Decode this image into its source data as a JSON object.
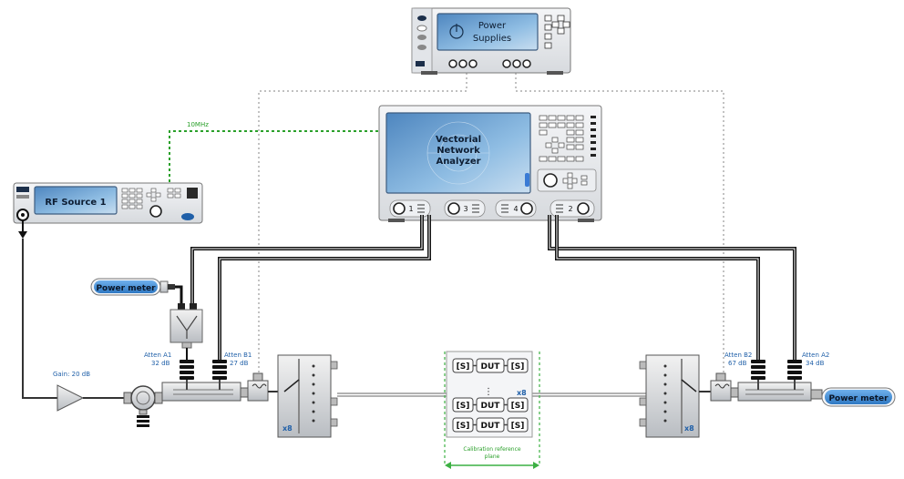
{
  "instruments": {
    "power_supplies": "Power Supplies",
    "vna_line1": "Vectorial",
    "vna_line2": "Network",
    "vna_line3": "Analyzer",
    "rf_source": "RF Source 1",
    "power_meter_left": "Power meter",
    "power_meter_right": "Power meter"
  },
  "signals": {
    "ref_clock": "10MHz"
  },
  "ports": {
    "p1": "1",
    "p2": "2",
    "p3": "3",
    "p4": "4"
  },
  "components": {
    "gain": "Gain: 20 dB",
    "atten_a1_name": "Atten A1",
    "atten_a1_val": "32 dB",
    "atten_b1_name": "Atten B1",
    "atten_b1_val": "27 dB",
    "atten_b2_name": "Atten B2",
    "atten_b2_val": "67 dB",
    "atten_a2_name": "Atten A2",
    "atten_a2_val": "34 dB",
    "switch_left_mult": "x8",
    "switch_right_mult": "x8",
    "dut_mult": "x8"
  },
  "dut_rows": [
    {
      "left": "[S]",
      "mid": "DUT",
      "right": "[S]"
    },
    {
      "left": "[S]",
      "mid": "DUT",
      "right": "[S]"
    },
    {
      "left": "[S]",
      "mid": "DUT",
      "right": "[S]"
    }
  ],
  "dut_ellipsis": "⋮",
  "calibration": {
    "line1": "Calibration reference",
    "line2": "plane"
  },
  "colors": {
    "label_blue": "#1f5fa8",
    "screen_blue": "#6fa6d6",
    "clock_green": "#2aa02a",
    "cal_green": "#3cb043"
  }
}
